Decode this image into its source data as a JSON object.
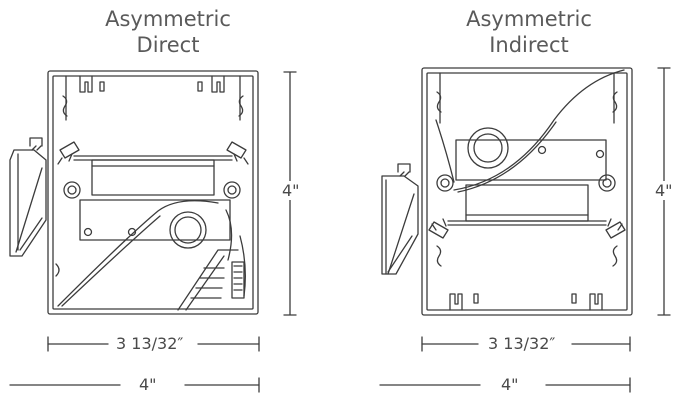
{
  "left_figure": {
    "title_line1": "Asymmetric",
    "title_line2": "Direct",
    "dim_width_inner": "3 13/32″",
    "dim_width_outer": "4\"",
    "dim_height": "4\""
  },
  "right_figure": {
    "title_line1": "Asymmetric",
    "title_line2": "Indirect",
    "dim_width_inner": "3 13/32″",
    "dim_width_outer": "4\"",
    "dim_height": "4\""
  },
  "colors": {
    "line": "#3c3c3c",
    "text": "#555555"
  }
}
